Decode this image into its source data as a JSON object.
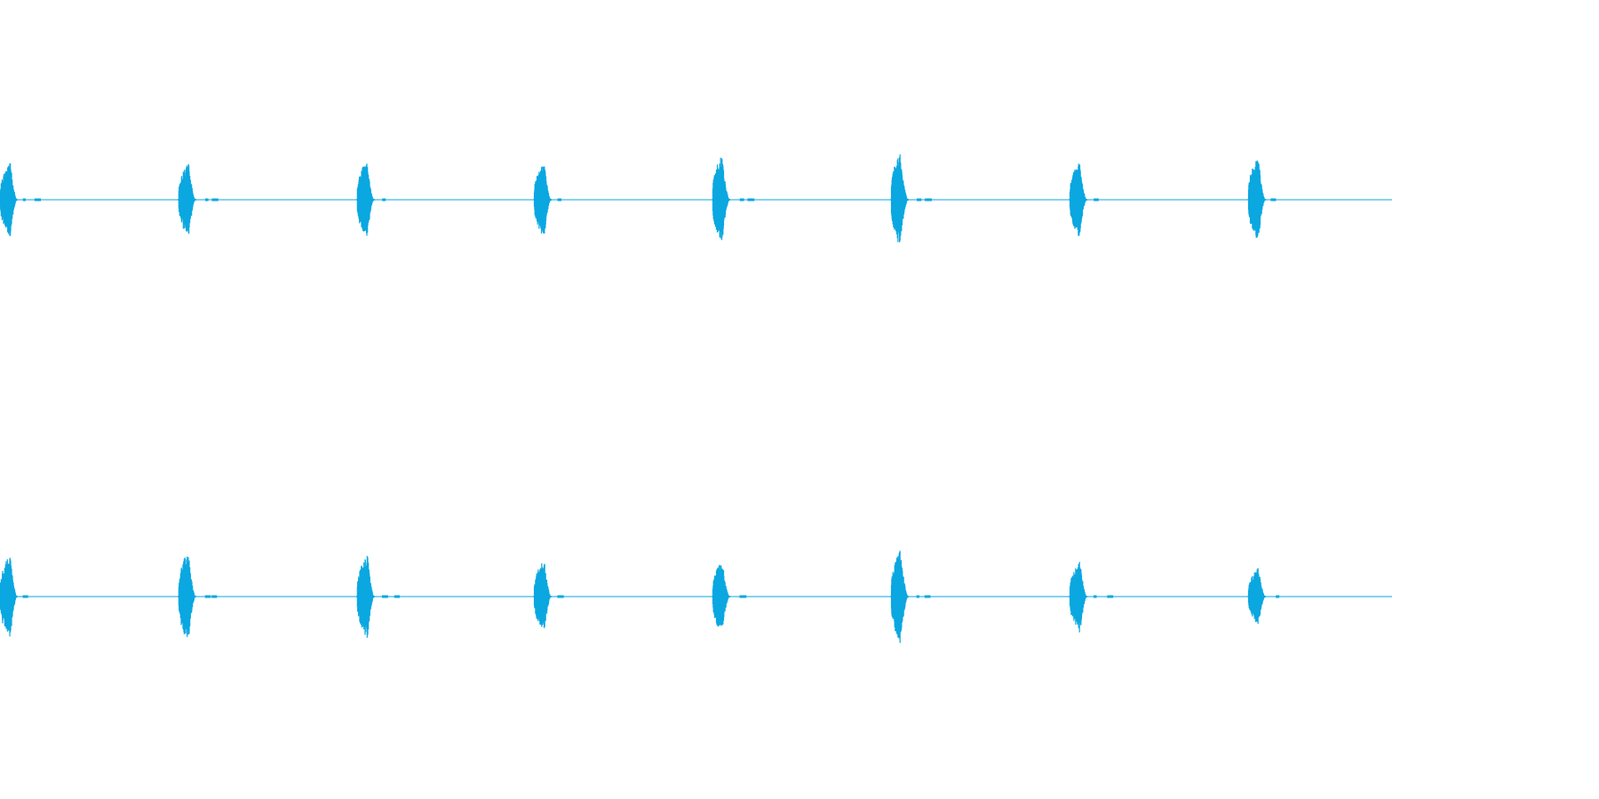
{
  "waveform": {
    "color": "#0aa7e0",
    "channels": [
      {
        "name": "",
        "bursts": [
          {
            "t": 0.0,
            "amp": 0.8,
            "skew": 0.62
          },
          {
            "t": 0.112,
            "amp": 0.8,
            "skew": 0.6
          },
          {
            "t": 0.224,
            "amp": 0.84,
            "skew": 0.58
          },
          {
            "t": 0.335,
            "amp": 0.8,
            "skew": 0.6
          },
          {
            "t": 0.447,
            "amp": 1.0,
            "skew": 0.55
          },
          {
            "t": 0.559,
            "amp": 1.0,
            "skew": 0.52
          },
          {
            "t": 0.671,
            "amp": 0.82,
            "skew": 0.58
          },
          {
            "t": 0.783,
            "amp": 0.92,
            "skew": 0.6
          }
        ]
      },
      {
        "name": "",
        "bursts": [
          {
            "t": 0.0,
            "amp": 0.92,
            "skew": 0.6
          },
          {
            "t": 0.112,
            "amp": 0.98,
            "skew": 0.58
          },
          {
            "t": 0.224,
            "amp": 0.9,
            "skew": 0.62
          },
          {
            "t": 0.335,
            "amp": 0.8,
            "skew": 0.6
          },
          {
            "t": 0.447,
            "amp": 0.78,
            "skew": 0.58
          },
          {
            "t": 0.559,
            "amp": 1.0,
            "skew": 0.55
          },
          {
            "t": 0.671,
            "amp": 0.76,
            "skew": 0.62
          },
          {
            "t": 0.783,
            "amp": 0.64,
            "skew": 0.6
          }
        ]
      }
    ]
  }
}
